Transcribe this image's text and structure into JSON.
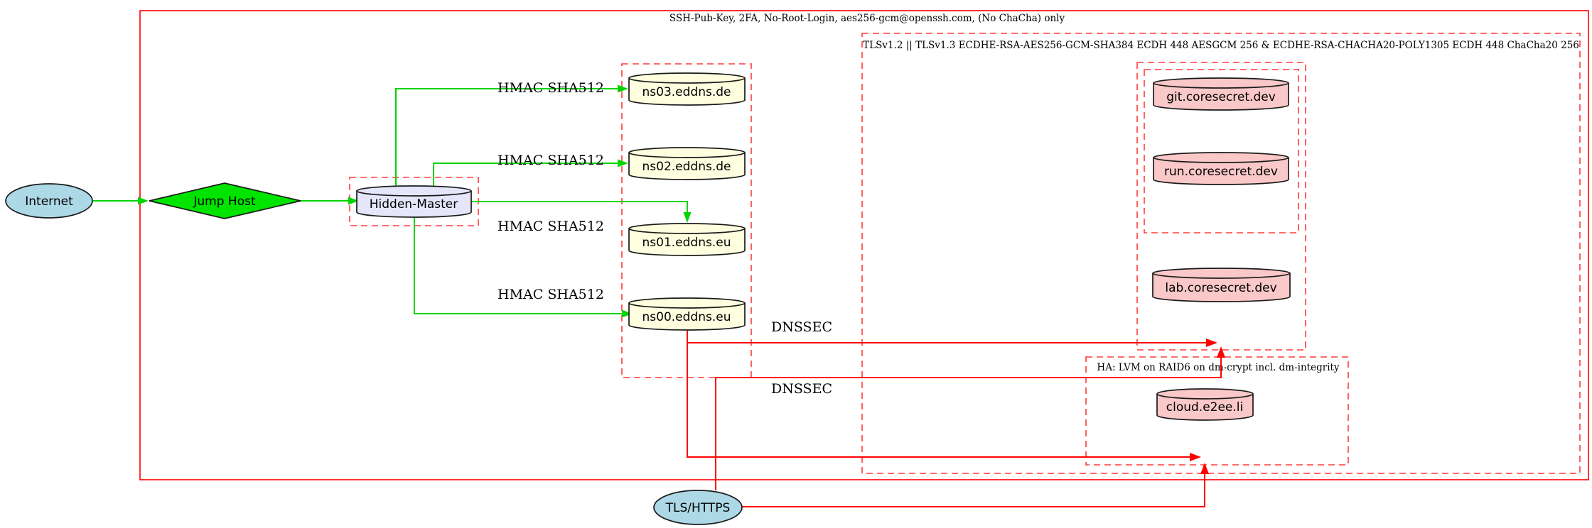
{
  "diagram": {
    "cluster_labels": {
      "outer": "SSH-Pub-Key, 2FA, No-Root-Login, aes256-gcm@openssh.com, (No ChaCha) only",
      "tls": "TLSv1.2 || TLSv1.3 ECDHE-RSA-AES256-GCM-SHA384 ECDH 448 AESGCM 256 & ECDHE-RSA-CHACHA20-POLY1305 ECDH 448 ChaCha20 256",
      "ha": "HA: LVM on RAID6 on dm-crypt incl. dm-integrity"
    },
    "nodes": {
      "internet": "Internet",
      "jump_host": "Jump Host",
      "hidden_master": "Hidden-Master",
      "ns03": "ns03.eddns.de",
      "ns02": "ns02.eddns.de",
      "ns01": "ns01.eddns.eu",
      "ns00": "ns00.eddns.eu",
      "git": "git.coresecret.dev",
      "run": "run.coresecret.dev",
      "lab": "lab.coresecret.dev",
      "cloud": "cloud.e2ee.li",
      "tls_https": "TLS/HTTPS"
    },
    "edge_labels": {
      "hmac_ns03": "HMAC SHA512",
      "hmac_ns02": "HMAC SHA512",
      "hmac_ns01": "HMAC SHA512",
      "hmac_ns00": "HMAC SHA512",
      "dnssec_1": "DNSSEC",
      "dnssec_2": "DNSSEC"
    },
    "colors": {
      "cluster_solid_border": "#ff0000",
      "cluster_dashed_border": "#ff3b3b",
      "green_edge": "#00d400",
      "red_edge": "#ff0000",
      "node_lightblue": "#add8e6",
      "node_green": "#00e400",
      "node_lavender": "#e6e6fa",
      "node_lightyellow": "#ffffe0",
      "node_pink": "#fac8c8"
    }
  }
}
